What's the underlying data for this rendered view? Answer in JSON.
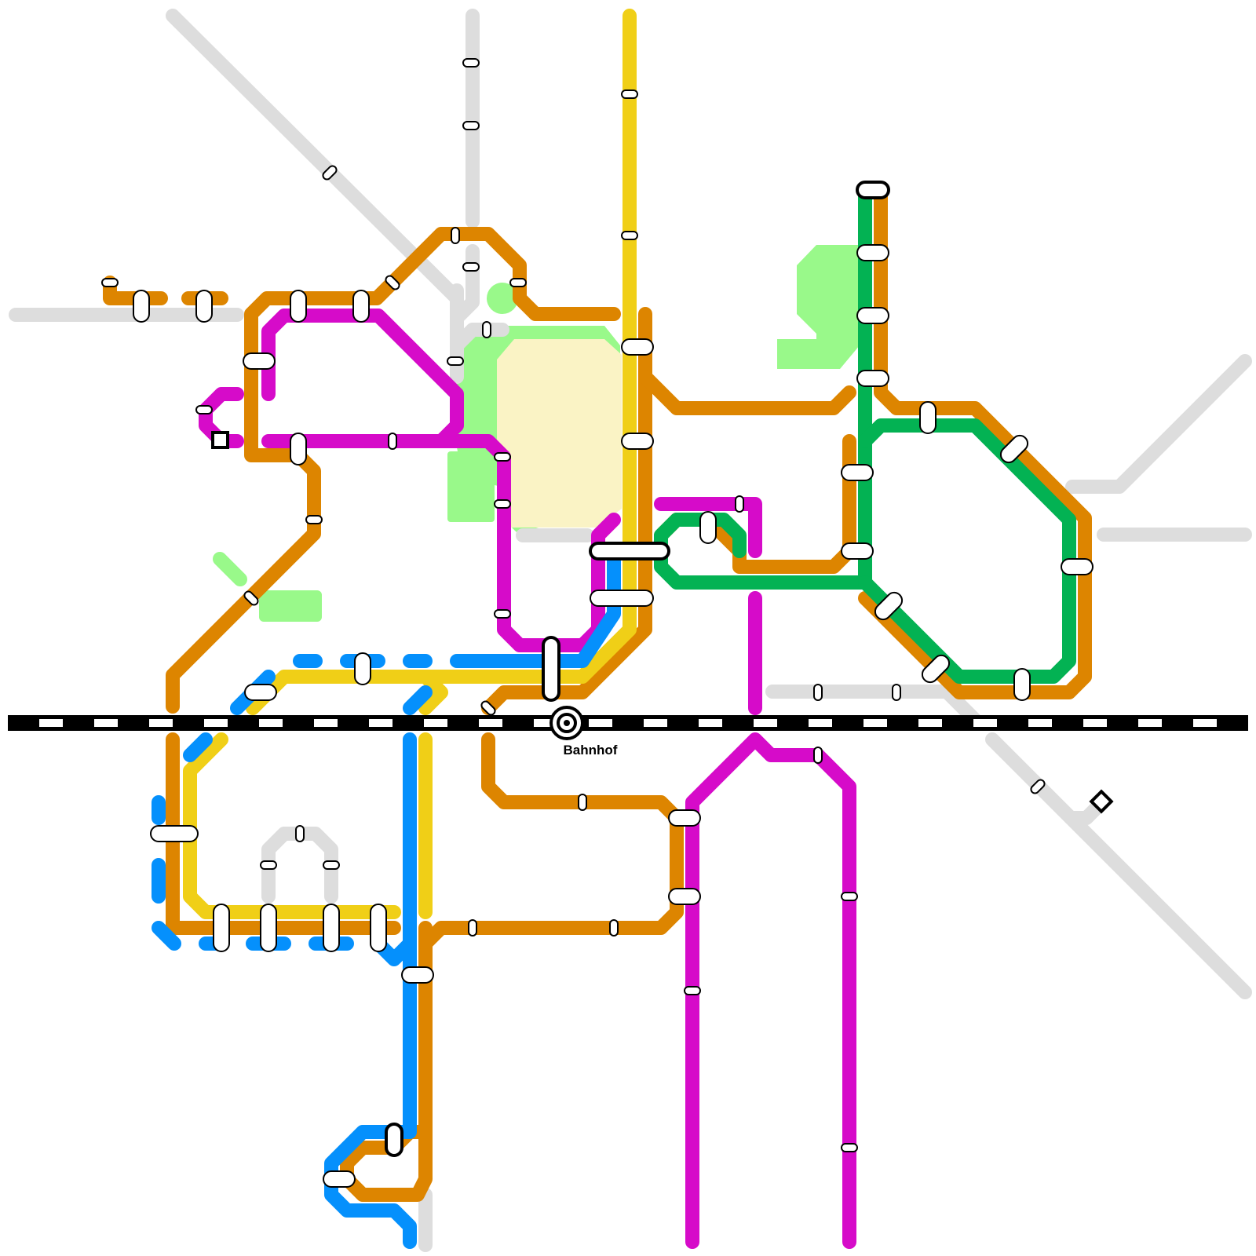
{
  "map": {
    "hub_label": "Bahnhof",
    "hub_icon": "concentric-circle-station-icon",
    "colors": {
      "orange": "#DD8500",
      "magenta": "#D60BC9",
      "yellow": "#F0CF17",
      "blue": "#0590FC",
      "green": "#03B253",
      "gray_lines": "#DDDDDD",
      "park": "#99F98A",
      "central_area": "#FAF3C5",
      "railway": "#000000"
    },
    "lines": [
      {
        "id": "orange",
        "color_key": "orange"
      },
      {
        "id": "magenta",
        "color_key": "magenta"
      },
      {
        "id": "yellow",
        "color_key": "yellow"
      },
      {
        "id": "blue",
        "color_key": "blue"
      },
      {
        "id": "green",
        "color_key": "green"
      }
    ],
    "terminal_markers": [
      "square-terminal-icon",
      "diamond-terminal-icon"
    ]
  }
}
